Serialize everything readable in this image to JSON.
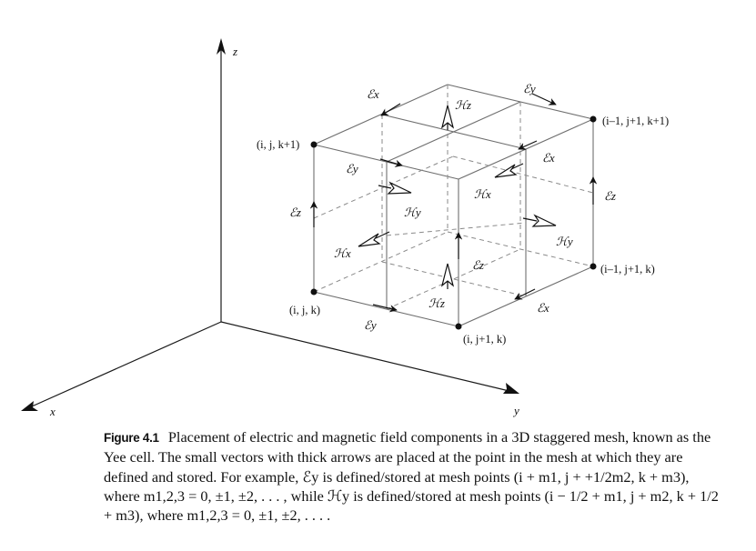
{
  "axes": {
    "x": "x",
    "y": "y",
    "z": "z"
  },
  "mesh_points": {
    "ijk1": "(i, j, k+1)",
    "i1j1k1": "(i–1, j+1, k+1)",
    "i1j1k": "(i–1, j+1, k)",
    "ijk": "(i, j, k)",
    "ij1k": "(i, j+1, k)"
  },
  "field_labels": {
    "ex_top": "ℰx",
    "ey_top": "ℰy",
    "hz_top": "ℋz",
    "ex_right_top": "ℰx",
    "ey_left": "ℰy",
    "hx_center": "ℋx",
    "hy_left": "ℋy",
    "ez_left": "ℰz",
    "ez_right": "ℰz",
    "hx_left": "ℋx",
    "hy_right": "ℋy",
    "ez_bottom": "ℰz",
    "hz_bottom": "ℋz",
    "ex_bottom": "ℰx",
    "ey_bottom": "ℰy"
  },
  "caption": {
    "label": "Figure 4.1",
    "text": "Placement of electric and magnetic field components in a 3D staggered mesh, known as the Yee cell. The small vectors with thick arrows are placed at the point in the mesh at which they are defined and stored. For example, ℰy is defined/stored at mesh points (i + m1, j + +1/2m2, k + m3), where m1,2,3 = 0, ±1, ±2, . . . , while ℋy is defined/stored at mesh points (i − 1/2 + m1, j + m2, k + 1/2 + m3), where m1,2,3 = 0, ±1, ±2, . . . ."
  }
}
